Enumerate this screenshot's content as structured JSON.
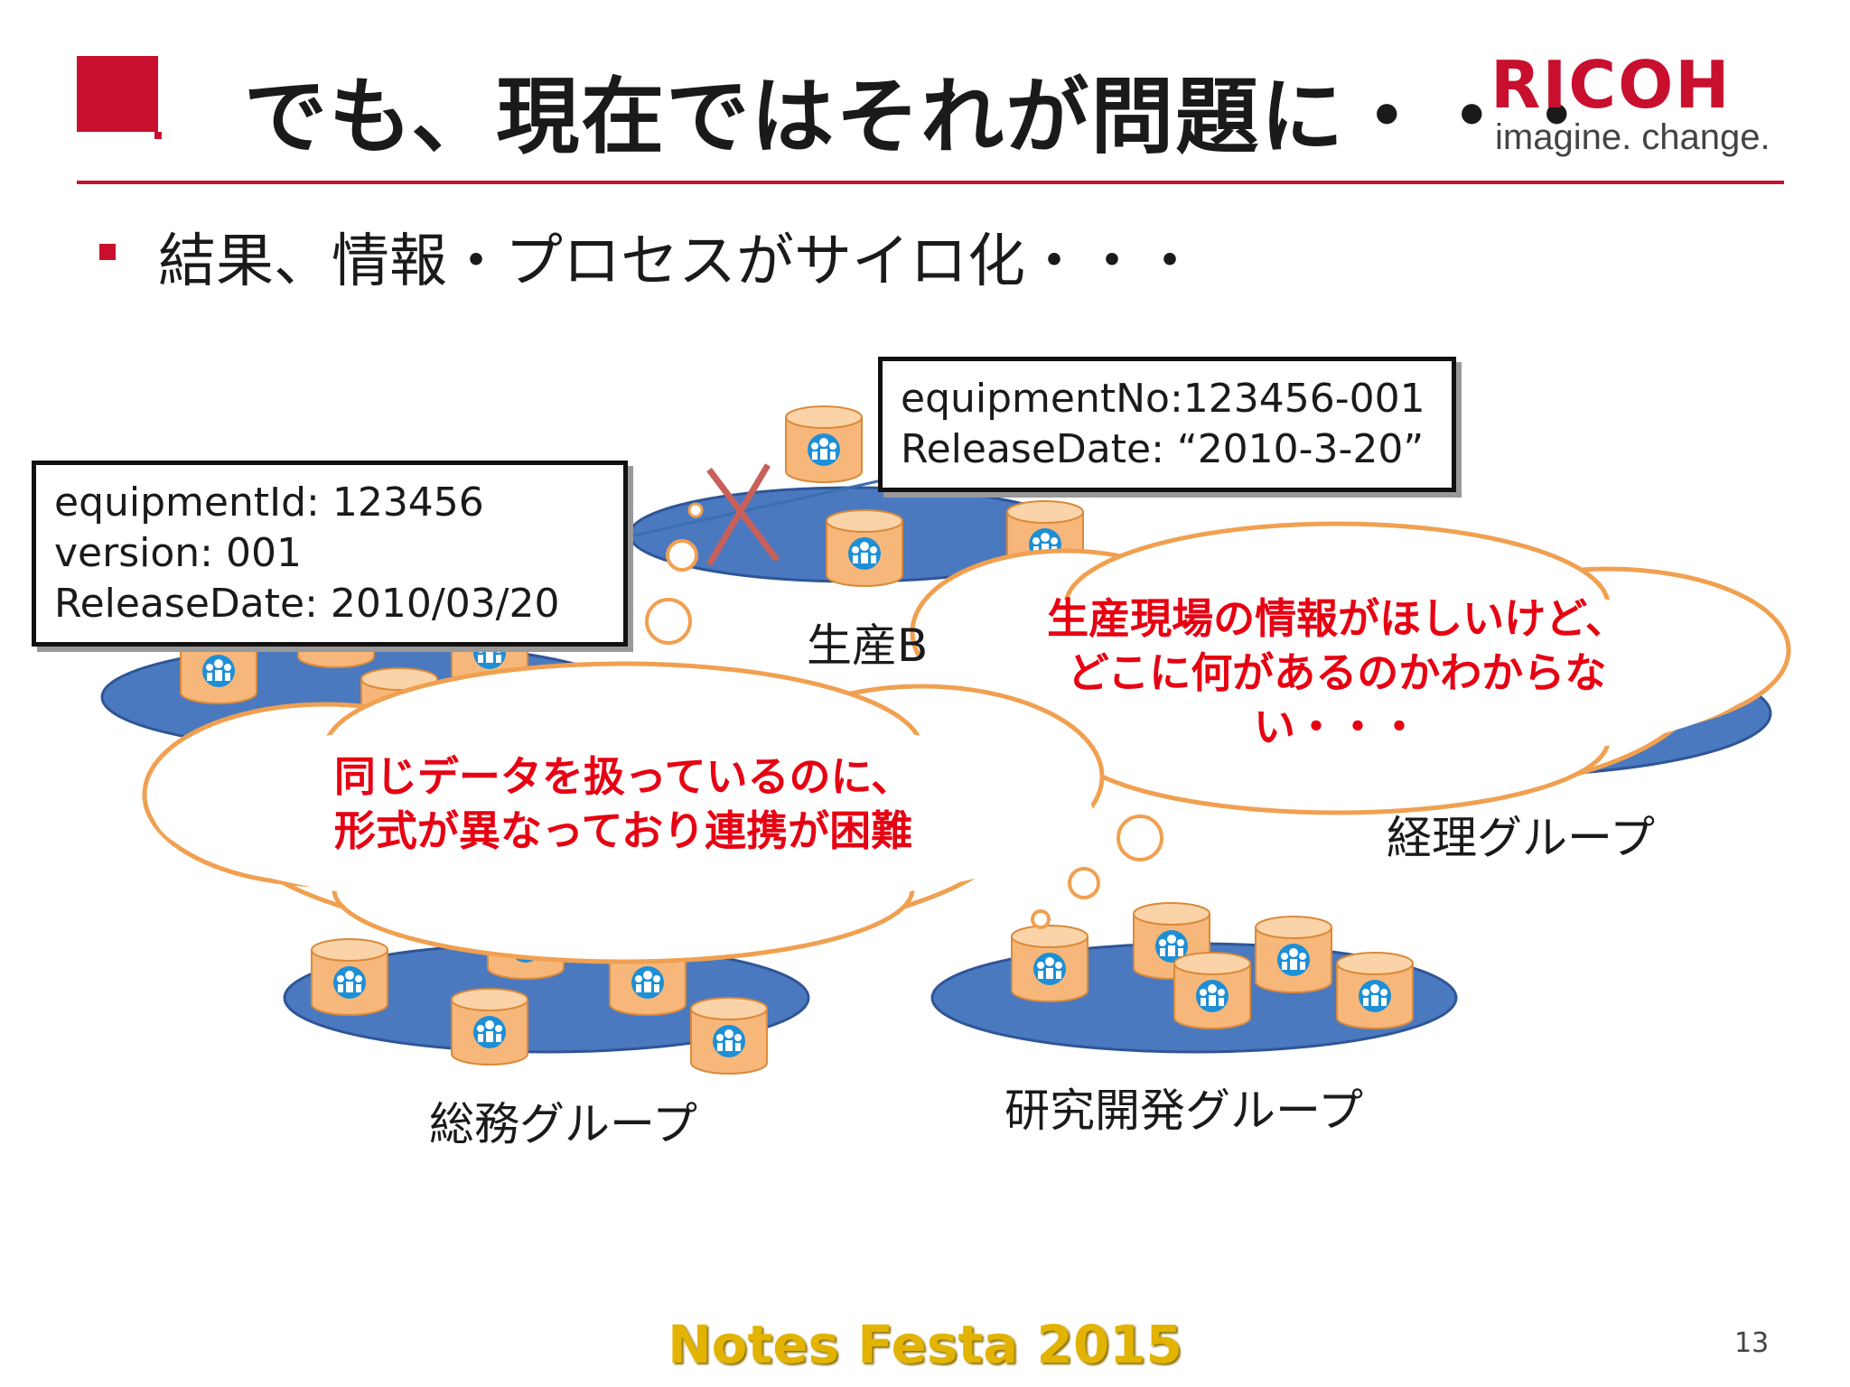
{
  "title": "でも、現在ではそれが問題に・・・",
  "logo": {
    "name": "RICOH",
    "tagline": "imagine. change."
  },
  "bullet": "結果、情報・プロセスがサイロ化・・・",
  "groups": {
    "production": "生産B",
    "accounting": "経理グループ",
    "general_affairs": "総務グループ",
    "rnd": "研究開発グループ"
  },
  "callout_left": {
    "line1": "equipmentId: 123456",
    "line2": "version: 001",
    "line3": "ReleaseDate: 2010/03/20"
  },
  "callout_right": {
    "line1": "equipmentNo:123456-001",
    "line2": "ReleaseDate: “2010-3-20”"
  },
  "thought_right": {
    "line1": "生産現場の情報がほしいけど、",
    "line2": "どこに何があるのかわからな",
    "line3": "い・・・"
  },
  "thought_left": {
    "line1": "同じデータを扱っているのに、",
    "line2": "形式が異なっており連携が困難"
  },
  "footer": "Notes Festa 2015",
  "page_number": "13",
  "colors": {
    "accent": "#c8102e",
    "cloud_border": "#f0a050",
    "group_fill": "#4a79c0",
    "db_fill": "#f7b77a"
  }
}
